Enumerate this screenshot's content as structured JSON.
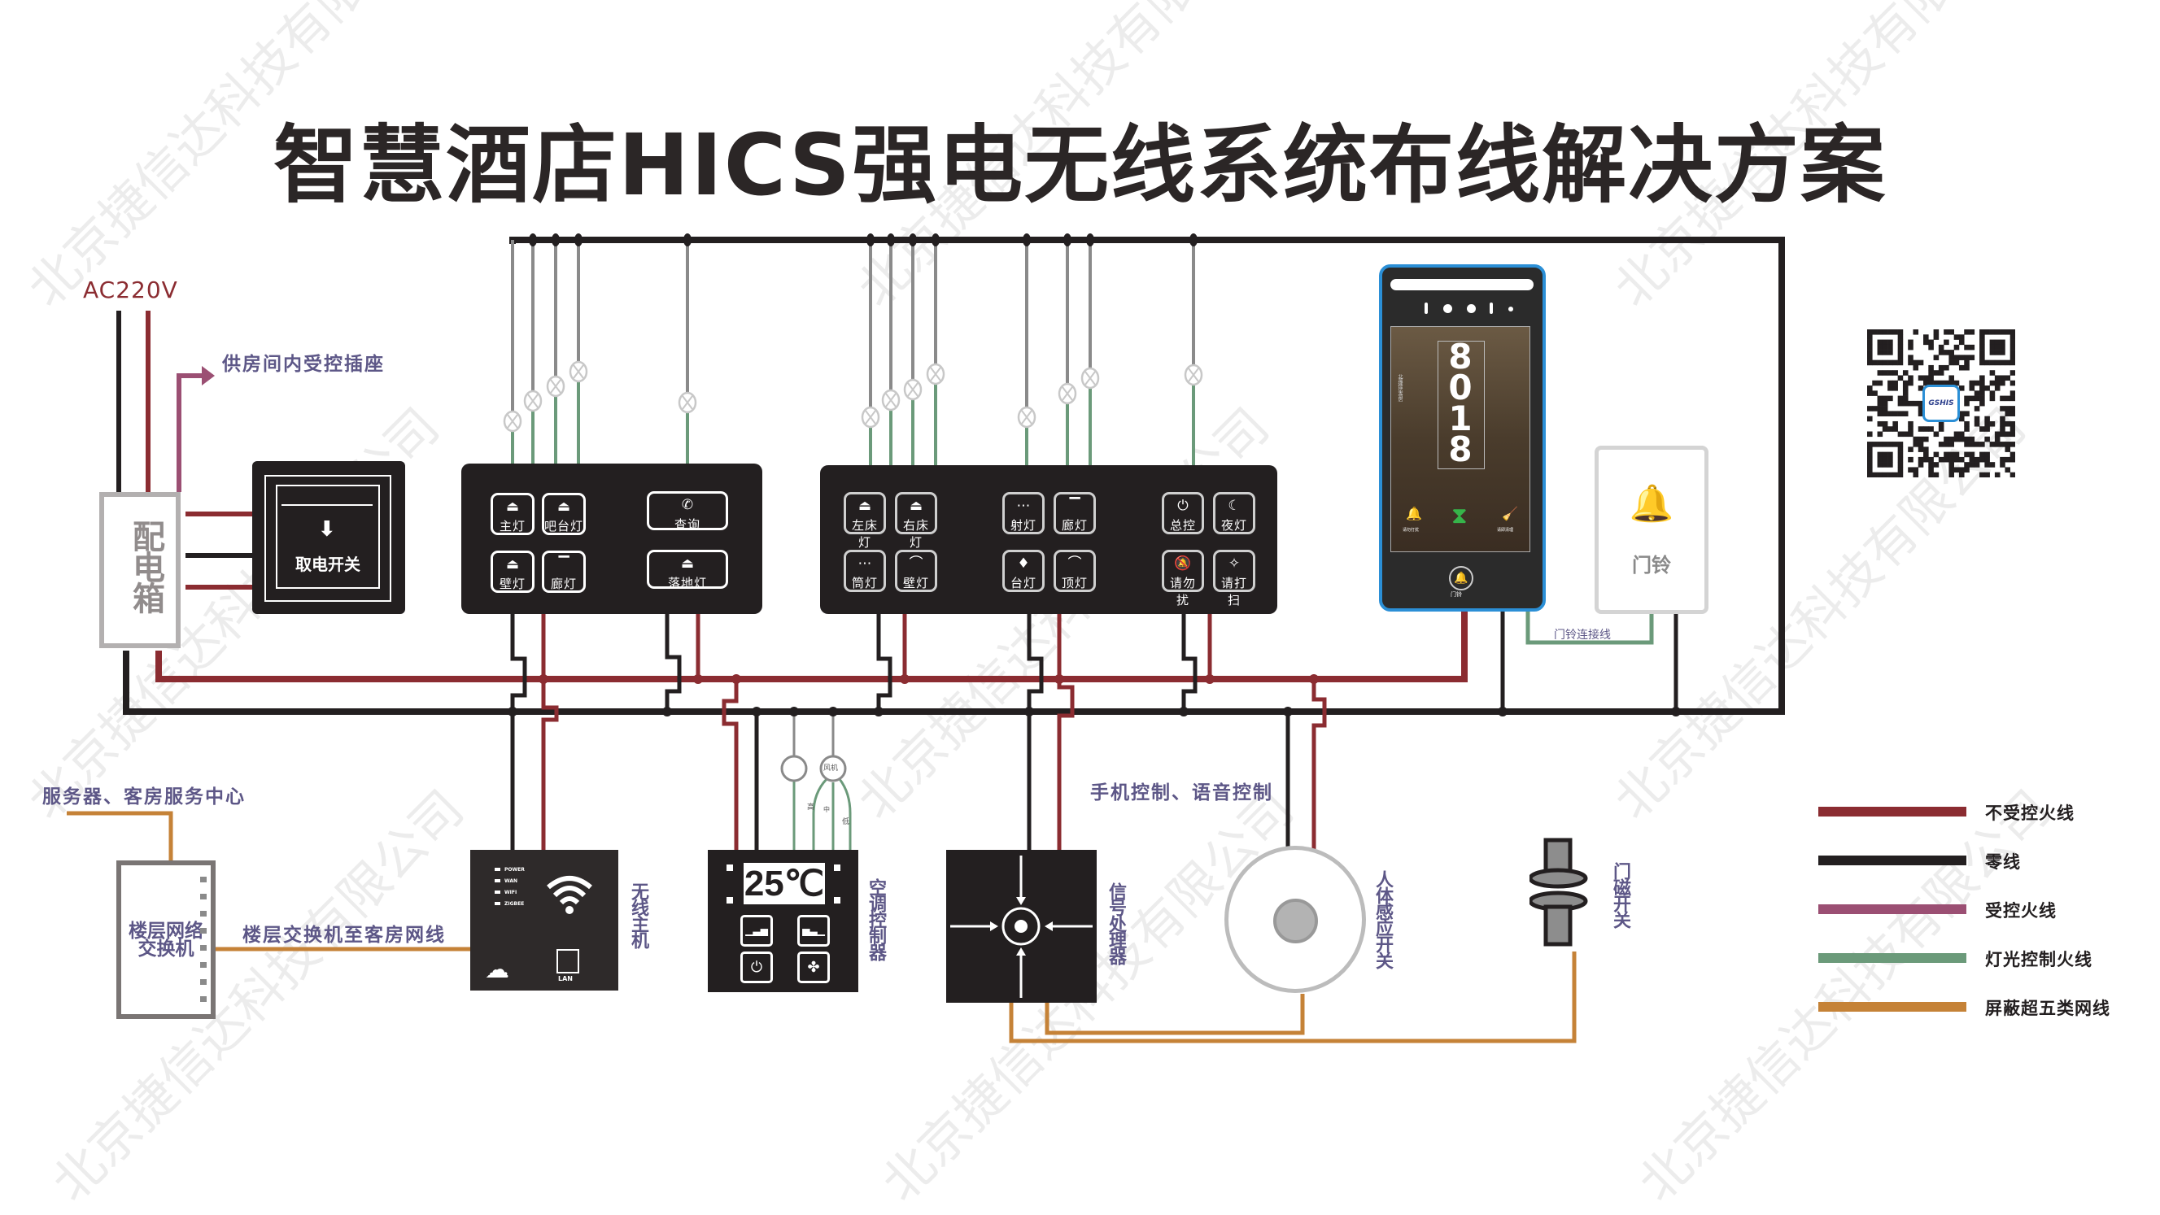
{
  "title": "智慧酒店HICS强电无线系统布线解决方案",
  "watermark": "北京捷信达科技有限公司",
  "power": {
    "source_label": "AC220V",
    "socket_label": "供房间内受控插座",
    "distribution_box_label": "配电箱",
    "card_switch_label": "取电开关"
  },
  "switch_panel_1": {
    "keys": [
      {
        "icon": "ceiling-lamp-icon",
        "label": "主灯"
      },
      {
        "icon": "ceiling-lamp-icon",
        "label": "吧台灯"
      },
      {
        "icon": "phone-icon",
        "label": "查询"
      },
      {
        "icon": "ceiling-lamp-icon",
        "label": "壁灯"
      },
      {
        "icon": "strip-light-icon",
        "label": "廊灯"
      },
      {
        "icon": "ceiling-lamp-icon",
        "label": "落地灯"
      }
    ]
  },
  "switch_panel_2": {
    "keys": [
      {
        "icon": "ceiling-lamp-icon",
        "label": "左床灯"
      },
      {
        "icon": "ceiling-lamp-icon",
        "label": "右床灯"
      },
      {
        "icon": "spotlight-icon",
        "label": "射灯"
      },
      {
        "icon": "strip-light-icon",
        "label": "廊灯"
      },
      {
        "icon": "power-icon",
        "label": "总控"
      },
      {
        "icon": "moon-icon",
        "label": "夜灯"
      },
      {
        "icon": "downlight-icon",
        "label": "筒灯"
      },
      {
        "icon": "wall-light-icon",
        "label": "壁灯"
      },
      {
        "icon": "desk-lamp-icon",
        "label": "台灯"
      },
      {
        "icon": "ceiling-light-icon",
        "label": "顶灯"
      },
      {
        "icon": "bell-muted-icon",
        "label": "请勿扰"
      },
      {
        "icon": "broom-icon",
        "label": "请打扫"
      }
    ]
  },
  "door_panel": {
    "room_number": "8018",
    "hotel_name_vertical": "北京捷信达大酒店",
    "screen_buttons": [
      "请勿打扰",
      "请即清理"
    ],
    "doorbell_label": "门铃"
  },
  "doorbell": {
    "label": "门铃",
    "connection_label": "门铃连接线"
  },
  "network": {
    "server_label": "服务器、客房服务中心",
    "switch_label_line1": "楼层网络",
    "switch_label_line2": "交换机",
    "uplink_label": "楼层交换机至客房网线"
  },
  "wireless_host": {
    "label": "无线主机",
    "leds": [
      "POWER",
      "WAN",
      "WIFI",
      "ZIGBEE"
    ],
    "port_label": "LAN"
  },
  "ac_controller": {
    "label": "空调控制器",
    "temperature": "25℃",
    "fan_label": "风机",
    "fan_speeds": [
      "高",
      "中",
      "低"
    ]
  },
  "signal_processor": {
    "label": "信号处理器",
    "control_label": "手机控制、语音控制"
  },
  "pir_sensor": {
    "label": "人体感应开关"
  },
  "door_magnet": {
    "label": "门磁开关"
  },
  "qr_code": {
    "logo_text": "GSHIS"
  },
  "legend": [
    {
      "label": "不受控火线",
      "color": "#8b2c31"
    },
    {
      "label": "零线",
      "color": "#231f20"
    },
    {
      "label": "受控火线",
      "color": "#9b4f73"
    },
    {
      "label": "灯光控制火线",
      "color": "#6b9a7a"
    },
    {
      "label": "屏蔽超五类网线",
      "color": "#c58237"
    }
  ],
  "colors": {
    "live": "#8b2c31",
    "neutral": "#231f20",
    "controlled_live": "#9b4f73",
    "light_control": "#6b9a7a",
    "network": "#c58237",
    "lamp_lead": "#8a8a8a",
    "label_purple": "#5d5787"
  }
}
